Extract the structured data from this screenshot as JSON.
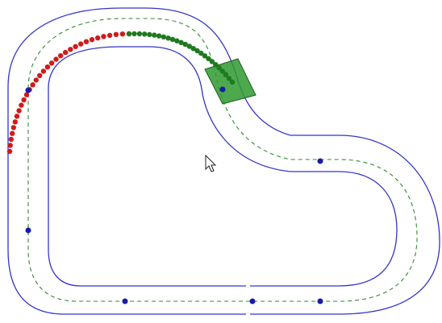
{
  "colors": {
    "background": "#ffffff",
    "track_boundary": "#3333cc",
    "centerline": "#2e8b2e",
    "waypoint": "#1a1aa8",
    "past_trajectory": "#d11a1a",
    "planned_trajectory": "#1f7a1f",
    "vehicle_fill": "#2f9a2f",
    "vehicle_stroke": "#1b5e1b",
    "cursor_fill": "#ffffff",
    "cursor_stroke": "#222222"
  },
  "icons": {
    "cursor": "mouse-pointer-arrow"
  },
  "counts": {
    "past_trajectory_points": 32,
    "planned_trajectory_points": 26,
    "waypoints": 7
  }
}
